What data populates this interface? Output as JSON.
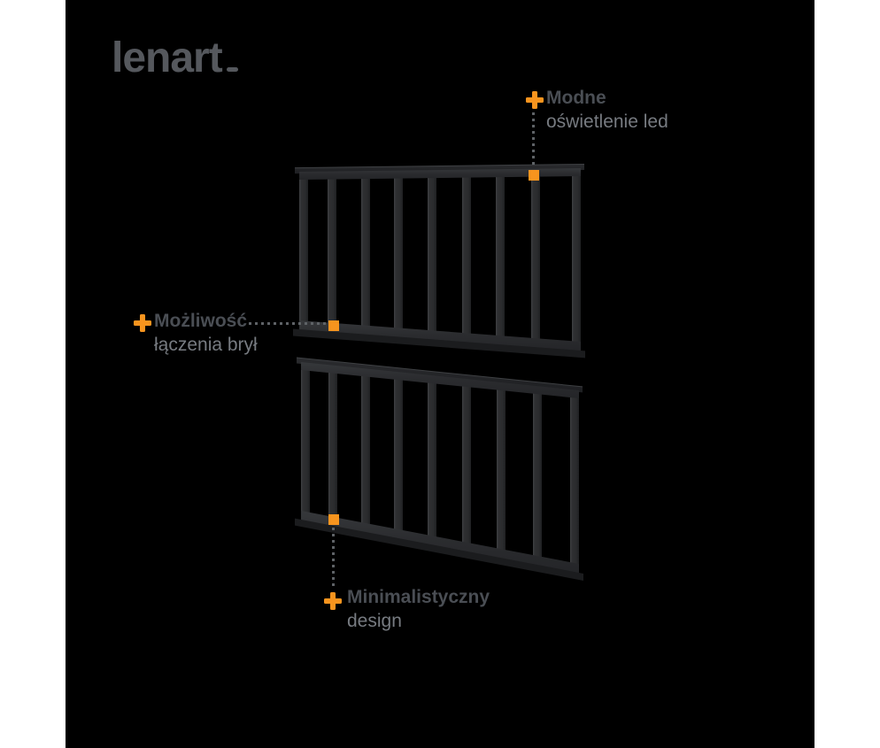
{
  "brand": {
    "wordmark": "lenart"
  },
  "colors": {
    "page_bg": "#FFFFFF",
    "panel_bg": "#000000",
    "accent": "#F7941E",
    "logo": "#55585D",
    "title_text": "#4A4E54",
    "subtitle_text": "#777B81",
    "dots": "#5E6266"
  },
  "icons": {
    "callout_plus": "+",
    "connector_marker": "■"
  },
  "annotations": [
    {
      "id": "led-lighting",
      "title": "Modne",
      "subtitle": "oświetlenie led"
    },
    {
      "id": "joining-solids",
      "title": "Możliwość",
      "subtitle": "łączenia brył"
    },
    {
      "id": "minimalist-design",
      "title": "Minimalistyczny",
      "subtitle": "design"
    }
  ]
}
